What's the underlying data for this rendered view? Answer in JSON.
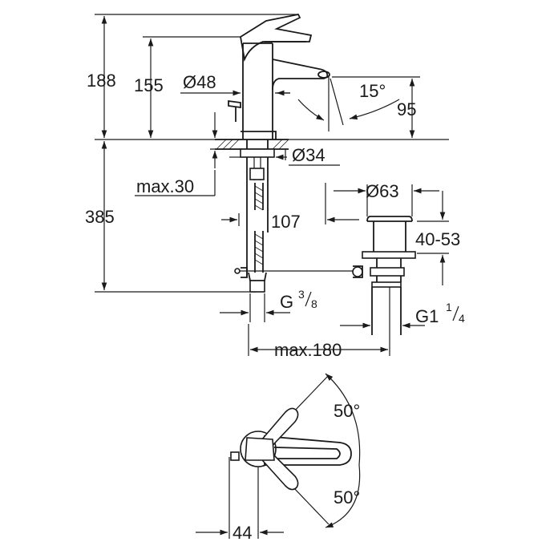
{
  "dimensions": {
    "total_height": "188",
    "spout_height": "155",
    "body_diameter": "Ø48",
    "spout_angle": "15°",
    "spout_outlet_height": "95",
    "mount_hole_diameter": "Ø34",
    "max_deck_thickness": "max.30",
    "under_deck_length": "385",
    "pop_up_offset": "107",
    "waste_diameter": "Ø63",
    "waste_range": "40-53",
    "supply_thread": "G",
    "supply_thread_num": "3",
    "supply_thread_den": "8",
    "waste_thread": "G1",
    "waste_thread_num": "1",
    "waste_thread_den": "4",
    "max_width": "max.180",
    "lever_angle_top": "50°",
    "lever_angle_bottom": "50°",
    "lever_offset": "44"
  }
}
